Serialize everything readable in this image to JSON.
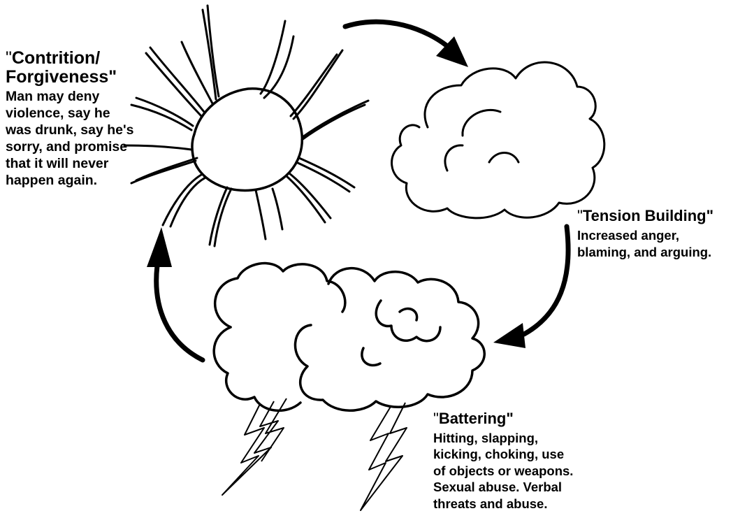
{
  "stages": {
    "contrition": {
      "title_quote_open": "\"",
      "title_line1": "Contrition/",
      "title_line2": "Forgiveness\"",
      "desc_lines": [
        "Man may deny",
        "violence, say he",
        "was drunk, say he's",
        "sorry, and promise",
        "that it will never",
        "happen again."
      ]
    },
    "tension": {
      "title_quote_open": "\"",
      "title": "Tension Building\"",
      "desc_lines": [
        "Increased anger,",
        "blaming, and arguing."
      ]
    },
    "battering": {
      "title_quote_open": "\"",
      "title": "Battering\"",
      "desc_lines": [
        "Hitting, slapping,",
        "kicking, choking, use",
        "of objects or weapons.",
        "Sexual abuse. Verbal",
        "threats and abuse."
      ]
    }
  },
  "icons": [
    "sun-icon",
    "cloud-icon",
    "storm-cloud-icon",
    "lightning-bolt-icon",
    "cycle-arrow-icon"
  ],
  "colors": {
    "ink": "#000000",
    "background": "#ffffff"
  }
}
